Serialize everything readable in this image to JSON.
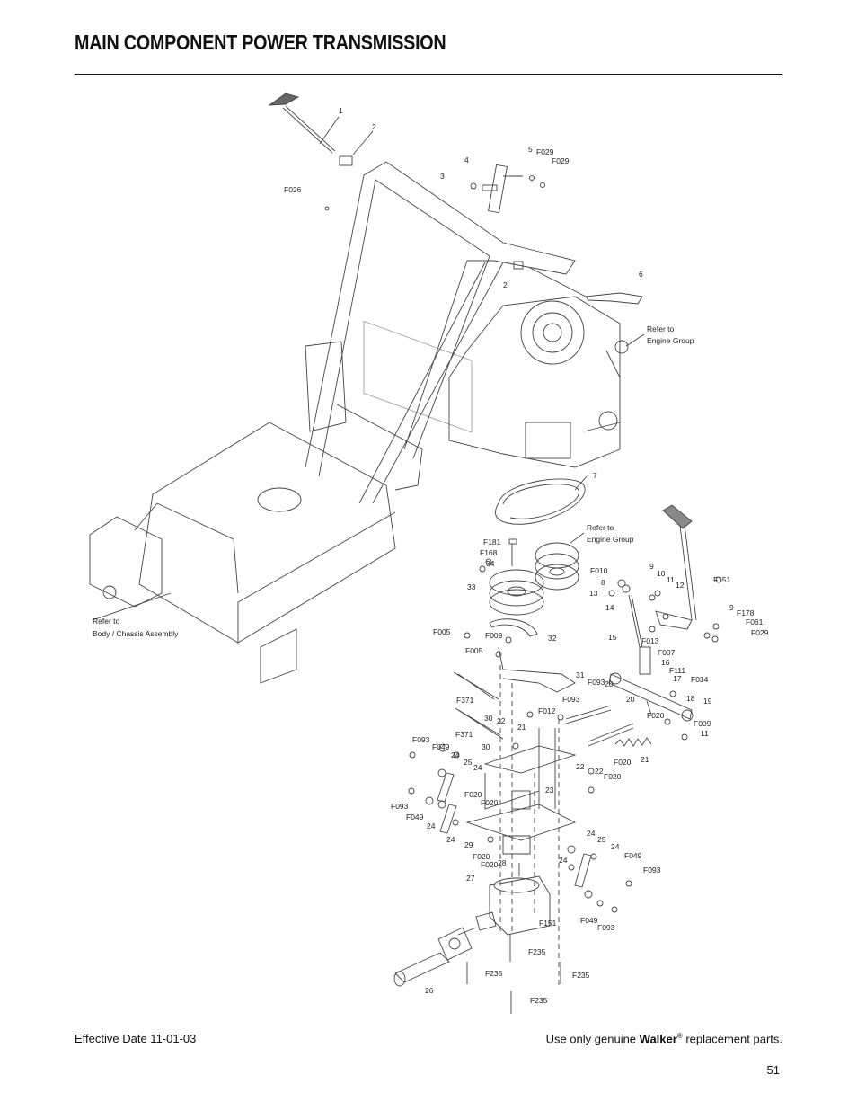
{
  "page": {
    "title": "MAIN COMPONENT POWER TRANSMISSION",
    "effective_date": "Effective Date 11-01-03",
    "footer_prefix": "Use only genuine ",
    "footer_brand": "Walker",
    "footer_reg": "®",
    "footer_suffix": " replacement parts.",
    "page_number": "51"
  },
  "callouts": {
    "c1": "1",
    "c2a": "2",
    "c2b": "2",
    "c3": "3",
    "c4": "4",
    "c5": "5",
    "c6": "6",
    "c7": "7",
    "c8": "8",
    "c9a": "9",
    "c9b": "9",
    "c10": "10",
    "c11a": "11",
    "c11b": "11",
    "c12": "12",
    "c13": "13",
    "c14": "14",
    "c15": "15",
    "c16": "16",
    "c17": "17",
    "c18": "18",
    "c19": "19",
    "c20a": "20",
    "c20b": "20",
    "c21a": "21",
    "c21b": "21",
    "c22a": "22",
    "c22b": "22",
    "c22c": "22",
    "c23": "23",
    "c24a": "24",
    "c24b": "24",
    "c24c": "24",
    "c24d": "24",
    "c24e": "24",
    "c24f": "24",
    "c24g": "24",
    "c25a": "25",
    "c25b": "25",
    "c26": "26",
    "c27": "27",
    "c28": "28",
    "c29": "29",
    "c30a": "30",
    "c30b": "30",
    "c31": "31",
    "c32": "32",
    "c33": "33",
    "c34": "34",
    "F026": "F026",
    "F029a": "F029",
    "F029b": "F029",
    "F029c": "F029",
    "F181": "F181",
    "F168": "F168",
    "F010": "F010",
    "F151a": "F151",
    "F151b": "F151",
    "F178": "F178",
    "F061": "F061",
    "F005a": "F005",
    "F005b": "F005",
    "F009a": "F009",
    "F009b": "F009",
    "F007": "F007",
    "F013": "F013",
    "F111": "F111",
    "F034": "F034",
    "F093a": "F093",
    "F093b": "F093",
    "F093c": "F093",
    "F093d": "F093",
    "F093e": "F093",
    "F093f": "F093",
    "F371a": "F371",
    "F371b": "F371",
    "F012": "F012",
    "F049a": "F049",
    "F049b": "F049",
    "F049c": "F049",
    "F049d": "F049",
    "F020a": "F020",
    "F020b": "F020",
    "F020c": "F020",
    "F020d": "F020",
    "F020e": "F020",
    "F020f": "F020",
    "F020g": "F020",
    "F235a": "F235",
    "F235b": "F235",
    "F235c": "F235",
    "F235d": "F235"
  },
  "notes": {
    "refer_engine_1a": "Refer to",
    "refer_engine_1b": "Engine Group",
    "refer_engine_2a": "Refer to",
    "refer_engine_2b": "Engine Group",
    "refer_body_a": "Refer to",
    "refer_body_b": "Body / Chassis Assembly"
  }
}
